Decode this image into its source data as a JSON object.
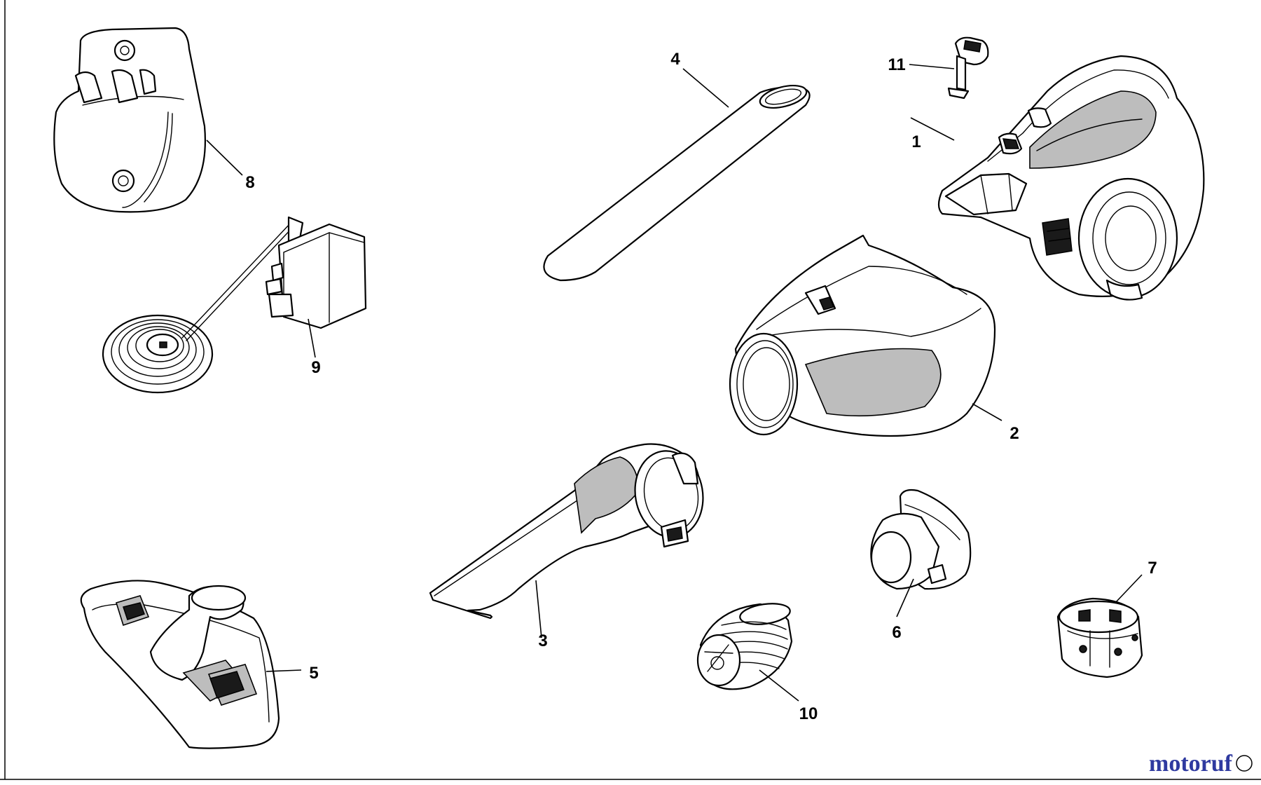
{
  "diagram": {
    "callouts": [
      {
        "id": "1",
        "label": "1"
      },
      {
        "id": "2",
        "label": "2"
      },
      {
        "id": "3",
        "label": "3"
      },
      {
        "id": "4",
        "label": "4"
      },
      {
        "id": "5",
        "label": "5"
      },
      {
        "id": "6",
        "label": "6"
      },
      {
        "id": "7",
        "label": "7"
      },
      {
        "id": "8",
        "label": "8"
      },
      {
        "id": "9",
        "label": "9"
      },
      {
        "id": "10",
        "label": "10"
      },
      {
        "id": "11",
        "label": "11"
      }
    ],
    "parts": [
      {
        "number": "1",
        "name": "vacuum-body"
      },
      {
        "number": "2",
        "name": "dust-bowl"
      },
      {
        "number": "3",
        "name": "crevice-nozzle"
      },
      {
        "number": "4",
        "name": "extension-tube"
      },
      {
        "number": "5",
        "name": "charging-base"
      },
      {
        "number": "6",
        "name": "pre-filter"
      },
      {
        "number": "7",
        "name": "motor-holder"
      },
      {
        "number": "8",
        "name": "wall-mount"
      },
      {
        "number": "9",
        "name": "charger-adapter"
      },
      {
        "number": "10",
        "name": "filter"
      },
      {
        "number": "11",
        "name": "latch"
      }
    ]
  },
  "watermark": {
    "text": "motoruf",
    "colors": {
      "primary": "#2f3aa0",
      "accent": "#b23b3b"
    }
  }
}
